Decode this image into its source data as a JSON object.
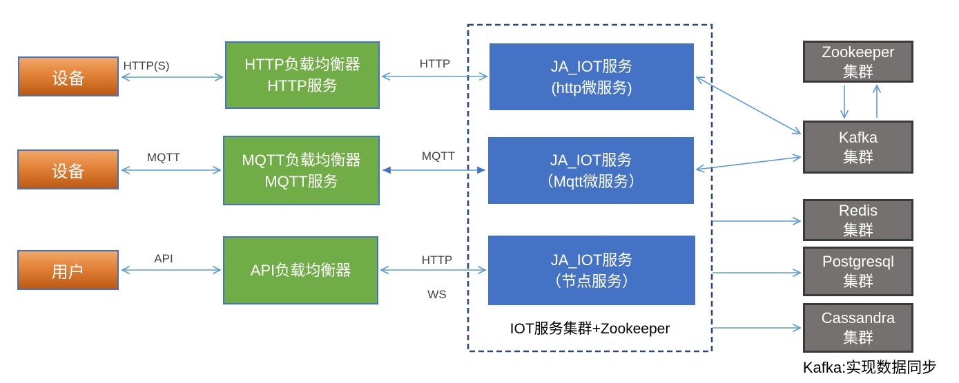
{
  "nodes": {
    "device1": {
      "label": "设备"
    },
    "device2": {
      "label": "设备"
    },
    "user": {
      "label": "用户"
    },
    "lb_http": {
      "line1": "HTTP负载均衡器",
      "line2": "HTTP服务"
    },
    "lb_mqtt": {
      "line1": "MQTT负载均衡器",
      "line2": "MQTT服务"
    },
    "lb_api": {
      "label": "API负载均衡器"
    },
    "svc_http": {
      "line1": "JA_IOT服务",
      "line2": "(http微服务)"
    },
    "svc_mqtt": {
      "line1": "JA_IOT服务",
      "line2": "（Mqtt微服务）"
    },
    "svc_node": {
      "line1": "JA_IOT服务",
      "line2": "（节点服务）"
    },
    "zookeeper": {
      "line1": "Zookeeper",
      "line2": "集群"
    },
    "kafka": {
      "line1": "Kafka",
      "line2": "集群"
    },
    "redis": {
      "line1": "Redis",
      "line2": "集群"
    },
    "postgresql": {
      "line1": "Postgresql",
      "line2": "集群"
    },
    "cassandra": {
      "line1": "Cassandra",
      "line2": "集群"
    }
  },
  "edge_labels": {
    "https": "HTTP(S)",
    "http1": "HTTP",
    "mqtt1": "MQTT",
    "mqtt2": "MQTT",
    "api": "API",
    "http2": "HTTP",
    "ws": "WS"
  },
  "cluster_label": "IOT服务集群+Zookeeper",
  "footnote": "Kafka:实现数据同步",
  "colors": {
    "device_fill_top": "#F2A768",
    "device_fill_bottom": "#BC5A13",
    "load_balancer_fill": "#70AD47",
    "service_fill": "#4472C4",
    "cluster_box_fill": "#767171",
    "cluster_box_border": "#3B3838",
    "node_border": "#4472C4",
    "arrow": "#5B9BD5",
    "arrow_filled_head": "#4472C4",
    "dashed_border": "#2A4A7C",
    "edge_label_text": "#404040"
  }
}
